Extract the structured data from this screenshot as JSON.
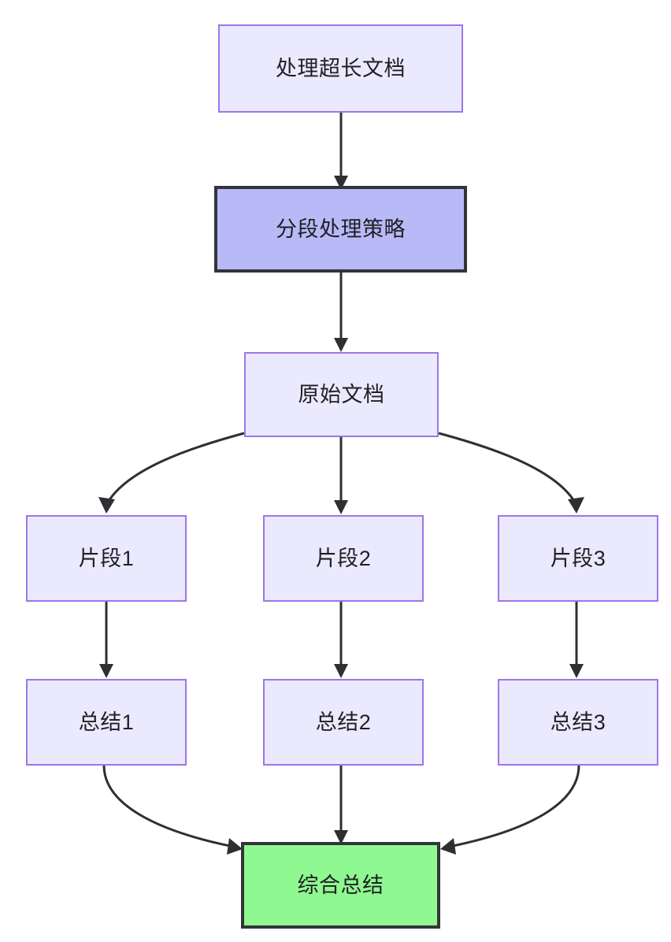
{
  "diagram": {
    "type": "flowchart",
    "direction": "top-down",
    "background_color": "#ffffff",
    "styles": {
      "plain_fill": "#ebe9fd",
      "plain_border": "#9d76e8",
      "highlight_fill": "#b8baf8",
      "highlight_border": "#333438",
      "result_fill": "#8ff890",
      "result_border": "#333438",
      "edge_color": "#2f2f33",
      "text_color": "#1f1f24"
    },
    "nodes": [
      {
        "id": "n1",
        "label": "处理超长文档",
        "style": "plain"
      },
      {
        "id": "n2",
        "label": "分段处理策略",
        "style": "highlight"
      },
      {
        "id": "n3",
        "label": "原始文档",
        "style": "plain"
      },
      {
        "id": "n4",
        "label": "片段1",
        "style": "plain"
      },
      {
        "id": "n5",
        "label": "片段2",
        "style": "plain"
      },
      {
        "id": "n6",
        "label": "片段3",
        "style": "plain"
      },
      {
        "id": "n7",
        "label": "总结1",
        "style": "plain"
      },
      {
        "id": "n8",
        "label": "总结2",
        "style": "plain"
      },
      {
        "id": "n9",
        "label": "总结3",
        "style": "plain"
      },
      {
        "id": "n10",
        "label": "综合总结",
        "style": "result"
      }
    ],
    "edges": [
      {
        "from": "n1",
        "to": "n2",
        "shape": "straight"
      },
      {
        "from": "n2",
        "to": "n3",
        "shape": "straight"
      },
      {
        "from": "n3",
        "to": "n4",
        "shape": "curve"
      },
      {
        "from": "n3",
        "to": "n5",
        "shape": "straight"
      },
      {
        "from": "n3",
        "to": "n6",
        "shape": "curve"
      },
      {
        "from": "n4",
        "to": "n7",
        "shape": "straight"
      },
      {
        "from": "n5",
        "to": "n8",
        "shape": "straight"
      },
      {
        "from": "n6",
        "to": "n9",
        "shape": "straight"
      },
      {
        "from": "n7",
        "to": "n10",
        "shape": "curve"
      },
      {
        "from": "n8",
        "to": "n10",
        "shape": "straight"
      },
      {
        "from": "n9",
        "to": "n10",
        "shape": "curve"
      }
    ]
  }
}
